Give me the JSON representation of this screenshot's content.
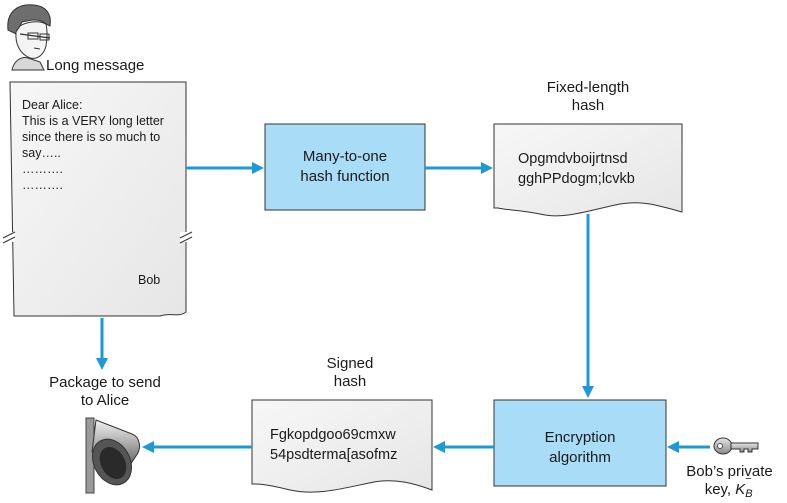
{
  "sender": {
    "label": "Long message",
    "icon": "person-icon"
  },
  "letter": {
    "lines": [
      "Dear Alice:",
      "This is a VERY long letter",
      "since there is so much to",
      "say…..",
      "……….",
      "………."
    ],
    "signature": "Bob"
  },
  "hash_function": {
    "line1": "Many-to-one",
    "line2": "hash function"
  },
  "fixed_hash": {
    "title_line1": "Fixed-length",
    "title_line2": "hash",
    "value_line1": "Opgmdvboijrtnsd",
    "value_line2": "gghPPdogm;lcvkb"
  },
  "encryption": {
    "line1": "Encryption",
    "line2": "algorithm"
  },
  "private_key": {
    "line1": "Bob’s private",
    "line2_prefix": "key, ",
    "symbol": "K",
    "subscript": "B",
    "superscript": "−",
    "icon": "key-icon"
  },
  "signed_hash": {
    "title_line1": "Signed",
    "title_line2": "hash",
    "value_line1": "Fgkopdgoo69cmxw",
    "value_line2": "54psdterma[asofmz"
  },
  "package": {
    "line1": "Package to send",
    "line2": "to Alice",
    "icon": "mailbox-icon"
  },
  "colors": {
    "arrow": "#1b9ad6",
    "box_fill": "#a9dcf6",
    "doc_fill": "#f0f0f0",
    "stroke": "#333333"
  }
}
